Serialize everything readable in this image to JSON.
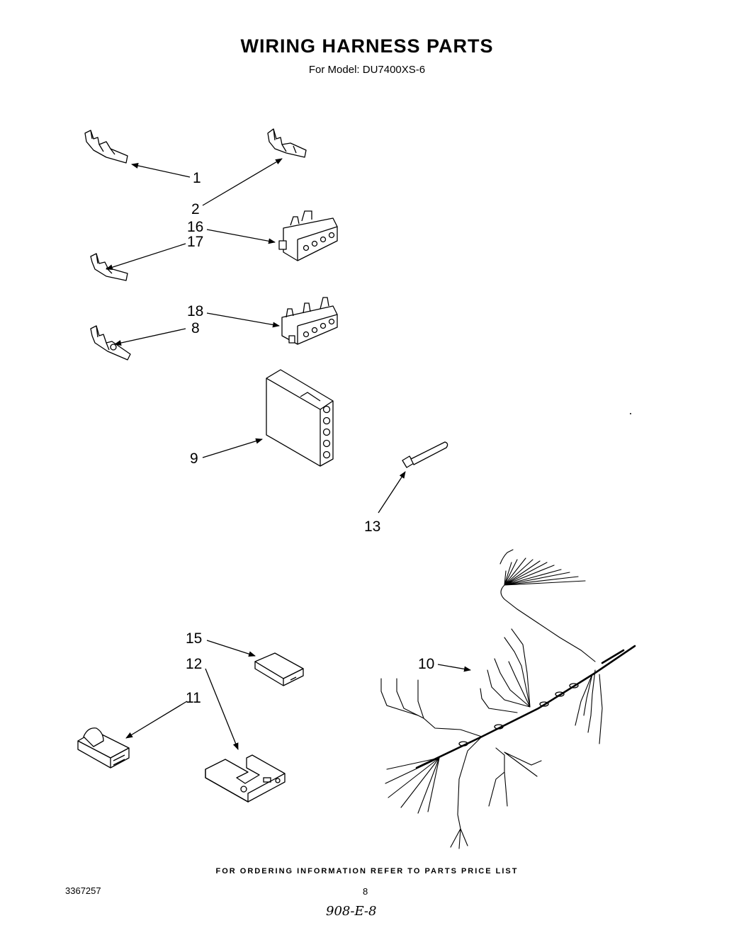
{
  "header": {
    "title": "WIRING HARNESS PARTS",
    "subtitle": "For Model: DU7400XS-6"
  },
  "callouts": {
    "c1": "1",
    "c2": "2",
    "c16": "16",
    "c17": "17",
    "c18": "18",
    "c8": "8",
    "c9": "9",
    "c13": "13",
    "c15": "15",
    "c12": "12",
    "c11": "11",
    "c10": "10"
  },
  "footer": {
    "ordering_note": "FOR ORDERING INFORMATION REFER TO PARTS PRICE LIST",
    "doc_number": "3367257",
    "page_number": "8",
    "handwritten_code": "908-E-8"
  }
}
